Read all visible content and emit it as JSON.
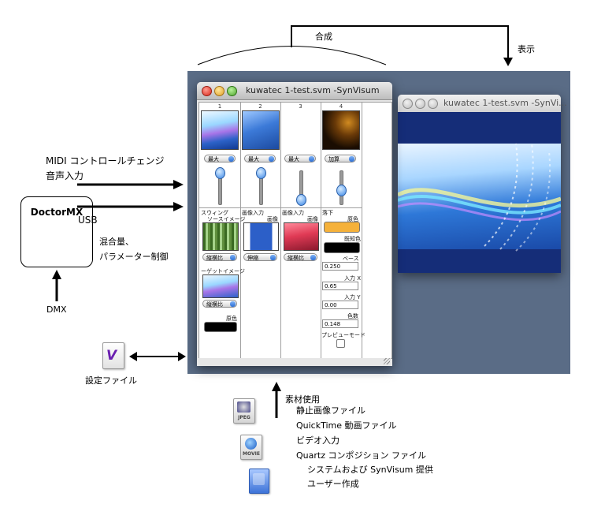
{
  "diagram": {
    "labels": {
      "composite": "合成",
      "display": "表示",
      "midi": "MIDI コントロールチェンジ",
      "audio_in": "音声入力",
      "usb": "USB",
      "mix_amount": "混合量、",
      "param_control": "パラメーター制御",
      "dmx": "DMX",
      "settings_file": "設定ファイル",
      "material_use": "素材使用"
    },
    "device": {
      "name": "DoctorMX"
    },
    "materials": [
      "静止画像ファイル",
      "QuickTime 動画ファイル",
      "ビデオ入力",
      "Quartz コンポジション ファイル",
      "システムおよび SynVisum 提供",
      "ユーザー作成"
    ],
    "icons": {
      "settings_icon_letter": "V",
      "jpeg_label": "JPEG",
      "movie_label": "MOVIE"
    }
  },
  "main_window": {
    "title": "kuwatec 1-test.svm -SynVisum",
    "columns": [
      {
        "number": "1",
        "blend": "最大"
      },
      {
        "number": "2",
        "blend": "最大"
      },
      {
        "number": "3",
        "blend": "最大"
      },
      {
        "number": "4",
        "blend": "加算"
      }
    ],
    "col1": {
      "effect": "スウィング",
      "source_label": "ソースイメージ",
      "source_fit": "縦横比",
      "target_label": "ーゲットイメージ",
      "target_fit": "縦横比",
      "base_color_label": "原色"
    },
    "col2": {
      "effect": "画像入力",
      "image_label": "画像",
      "fit": "伸縮"
    },
    "col3": {
      "effect": "画像入力",
      "image_label": "画像",
      "fit": "縦横比"
    },
    "col4": {
      "effect": "落下",
      "base_color_label": "原色",
      "fill_color_label": "既知色",
      "base_label": "ベース",
      "base_value": "0.250",
      "input_x_label": "入力 X",
      "input_x_value": "0.65",
      "input_y_label": "入力 Y",
      "input_y_value": "0.00",
      "colors_label": "色数",
      "colors_value": "0.148",
      "preview_mode_label": "プレビューモード"
    },
    "colors": {
      "base_color_4": "#f5b13a",
      "fill_color_4": "#000000",
      "base_color_1": "#000000"
    }
  },
  "preview_window": {
    "title": "kuwatec 1-test.svm -SynVi..."
  }
}
